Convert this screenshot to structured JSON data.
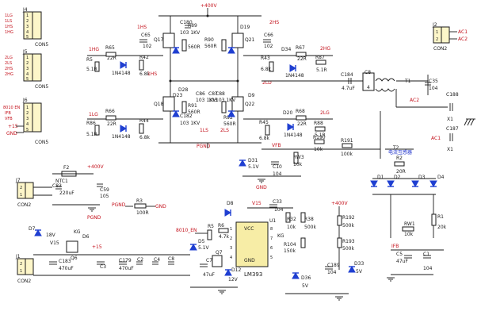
{
  "colors": {
    "wire": "#1a1a1a",
    "net_label": "#c4121c",
    "diode": "#1f3fd1",
    "connector_fill": "#fdf6c9",
    "chip_fill": "#f7eda6"
  },
  "connectors": {
    "j4": {
      "ref": "J4",
      "pins": [
        "1",
        "2",
        "3",
        "4",
        "5"
      ],
      "nets": [
        "1LG",
        "1LS",
        "1HS",
        "1HG"
      ],
      "name": "CON5"
    },
    "j5": {
      "ref": "J5",
      "pins": [
        "1",
        "2",
        "3",
        "4",
        "5"
      ],
      "nets": [
        "2LG",
        "2LS",
        "2HS",
        "2HG"
      ],
      "name": "CON5"
    },
    "j6": {
      "ref": "J6",
      "pins": [
        "1",
        "2",
        "3",
        "4",
        "5"
      ],
      "nets": [
        "8010 EN",
        "IFB",
        "VFB"
      ],
      "name": "CON5",
      "supply": "+15",
      "gnd": "GND"
    },
    "j2": {
      "ref": "J2",
      "pins": [
        "1",
        "2"
      ],
      "nets": [
        "AC1",
        "AC2"
      ],
      "name": "CON2"
    },
    "j7": {
      "ref": "J7",
      "pins": [
        "2",
        "1"
      ],
      "name": "CON2"
    },
    "j1": {
      "ref": "J1",
      "pins": [
        "2",
        "1"
      ],
      "name": "CON2"
    }
  },
  "bridge": {
    "supply": "+400V",
    "caps": [
      {
        "ref": "C180",
        "value": "103 1KV"
      },
      {
        "ref": "C182",
        "value": "103 1KV"
      },
      {
        "ref": "C86",
        "value": "103 1KV"
      },
      {
        "ref": "C87",
        "value": "103"
      },
      {
        "ref": "C88",
        "value": "103 1KV"
      }
    ],
    "gate_left": [
      {
        "net": "1HG",
        "res": "R65",
        "value": "22R"
      },
      {
        "net": "",
        "res": "R5",
        "value": "5.1R"
      },
      {
        "net": "",
        "res": "R42",
        "value": "6.8k"
      },
      {
        "net": "1HS",
        "res": "C65",
        "value": "102"
      }
    ],
    "gate_right": [
      {
        "net": "2HG",
        "res": "R67",
        "value": "22R"
      },
      {
        "net": "",
        "res": "R87",
        "value": "5.1R"
      },
      {
        "net": "",
        "res": "R43",
        "value": "6.8k"
      },
      {
        "net": "2HS",
        "res": "C66",
        "value": "102"
      }
    ],
    "gate_low_left": [
      {
        "net": "1LG",
        "res": "R66",
        "value": "22R"
      },
      {
        "net": "",
        "res": "R86",
        "value": "5.1R"
      },
      {
        "net": "",
        "res": "R44",
        "value": "6.8k"
      }
    ],
    "gate_low_right": [
      {
        "net": "2LG",
        "res": "R68",
        "value": "22R"
      },
      {
        "net": "",
        "res": "R88",
        "value": "5.1R"
      },
      {
        "net": "",
        "res": "R45",
        "value": "6.8k"
      }
    ],
    "transistors": [
      "Q17",
      "Q21",
      "Q18",
      "Q22"
    ],
    "body_res": [
      {
        "ref": "R89",
        "value": "560R"
      },
      {
        "ref": "R90",
        "value": "560R"
      },
      {
        "ref": "R91",
        "value": "560R"
      },
      {
        "ref": "R92",
        "value": "560R"
      }
    ],
    "diode_type": "1N4148",
    "diodes": [
      "D19",
      "D28",
      "D34",
      "D23",
      "D9",
      "D20"
    ],
    "mid_nets": [
      "1HS",
      "2LD",
      "1LS",
      "2LS"
    ],
    "gnd": "PGND"
  },
  "output": {
    "c184": {
      "ref": "C184",
      "value": "4.7uF"
    },
    "c8": {
      "ref": "C8",
      "value": "4"
    },
    "t1": "T1",
    "c35": {
      "ref": "C35",
      "value": "104"
    },
    "ac2": "AC2",
    "ac1": "AC1",
    "c188": "C188",
    "c187": "C187",
    "x1": "X1",
    "ct": "电流互感器",
    "t2": "T2",
    "r2": {
      "ref": "R2",
      "value": "20R"
    },
    "diodes": [
      "D1",
      "D2",
      "D3",
      "D4"
    ],
    "rw1": {
      "ref": "RW1",
      "value": "10k"
    },
    "r1": {
      "ref": "R1",
      "value": "20k"
    },
    "ifb": "IFB",
    "c5": {
      "ref": "C5",
      "value": "47uF"
    },
    "c1": {
      "ref": "C1",
      "value": "104"
    }
  },
  "vfb": {
    "label": "VFB",
    "rw3": {
      "ref": "RW3",
      "value": "10k"
    },
    "r190": {
      "ref": "R190",
      "value": "10k"
    },
    "r191": {
      "ref": "R191",
      "value": "100k"
    },
    "d31": {
      "ref": "D31",
      "value": "5.1V"
    },
    "c10": {
      "ref": "C10",
      "value": "104"
    },
    "gnd": "GND"
  },
  "input": {
    "f2": "F2",
    "ntc": "NTC1",
    "supply": "+400V",
    "c83": {
      "ref": "C83",
      "value": "220uF"
    },
    "c59": {
      "ref": "C59",
      "value": "105"
    },
    "pgnd": "PGND",
    "gnd": "GND",
    "r3": {
      "ref": "R3",
      "value": "100R"
    }
  },
  "lowv": {
    "d7": {
      "ref": "D7",
      "value": "18V"
    },
    "v15": "V15",
    "kg": "KG",
    "q6": "Q6",
    "d6": "D6",
    "c183": {
      "ref": "C183",
      "value": "470uF"
    },
    "supply": "+15",
    "c3": "C3",
    "c179": {
      "ref": "C179",
      "value": "470uF"
    },
    "c2": "C2",
    "c4": "C4",
    "c8b": {
      "ref": "C8",
      "value": ""
    },
    "en": "8010_EN",
    "d5": {
      "ref": "D5",
      "value": "5.1V"
    },
    "r5": "R5",
    "r6": {
      "ref": "R6",
      "value": "4.7k"
    },
    "c7": {
      "ref": "C7",
      "value": "47uF"
    },
    "q7": "Q7",
    "d12": {
      "ref": "D12",
      "value": "12V"
    }
  },
  "chip": {
    "ref": "U1",
    "name": "LM393",
    "pins": [
      "1",
      "2",
      "3",
      "4",
      "5",
      "6",
      "7",
      "8"
    ],
    "gnd_label": "GND",
    "vcc_label": "VCC",
    "v15": "V15",
    "c33": {
      "ref": "C33",
      "value": "104"
    },
    "d8": "D8",
    "kg": "KG",
    "r32": {
      "ref": "R32",
      "value": "10k"
    },
    "r38": {
      "ref": "R38",
      "value": "500k"
    },
    "r104": {
      "ref": "R104",
      "value": "150k"
    },
    "r192": {
      "ref": "R192",
      "value": "500k"
    },
    "r193": {
      "ref": "R193",
      "value": "500k"
    },
    "c189": {
      "ref": "C189",
      "value": "104"
    },
    "d33": {
      "ref": "D33",
      "value": "5V"
    },
    "d36": {
      "ref": "D36",
      "value": "5V"
    },
    "supply": "+400V"
  }
}
